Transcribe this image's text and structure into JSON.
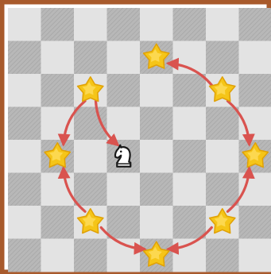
{
  "board": {
    "rows": 8,
    "cols": 8,
    "frame_color": "#a85a2c",
    "light_square": "#e3e3e3",
    "dark_square": "#b8b8b8",
    "hatch_color": "#a4a4a4"
  },
  "knight": {
    "icon": "knight-icon",
    "col": 3,
    "row": 4,
    "color": "#1a1a1a",
    "fill": "#ffffff"
  },
  "targets": [
    {
      "id": "top",
      "col": 4,
      "row": 1,
      "icon": "star-icon"
    },
    {
      "id": "upper-right",
      "col": 6,
      "row": 2,
      "icon": "star-icon"
    },
    {
      "id": "right",
      "col": 7,
      "row": 4,
      "icon": "star-icon"
    },
    {
      "id": "lower-right",
      "col": 6,
      "row": 6,
      "icon": "star-icon"
    },
    {
      "id": "bottom",
      "col": 4,
      "row": 7,
      "icon": "star-icon"
    },
    {
      "id": "lower-left",
      "col": 2,
      "row": 6,
      "icon": "star-icon"
    },
    {
      "id": "left",
      "col": 1,
      "row": 4,
      "icon": "star-icon"
    },
    {
      "id": "upper-left",
      "col": 2,
      "row": 2,
      "icon": "star-icon"
    }
  ],
  "arrows": [
    {
      "from": "upper-left",
      "to": "knight"
    },
    {
      "from": "upper-left",
      "to": "left"
    },
    {
      "from": "lower-left",
      "to": "left"
    },
    {
      "from": "lower-left",
      "to": "bottom"
    },
    {
      "from": "lower-right",
      "to": "bottom"
    },
    {
      "from": "lower-right",
      "to": "right"
    },
    {
      "from": "upper-right",
      "to": "right"
    },
    {
      "from": "upper-right",
      "to": "top"
    }
  ],
  "colors": {
    "arrow": "#d9534f",
    "star_fill": "#f5c518",
    "star_outline": "#e0a106"
  }
}
